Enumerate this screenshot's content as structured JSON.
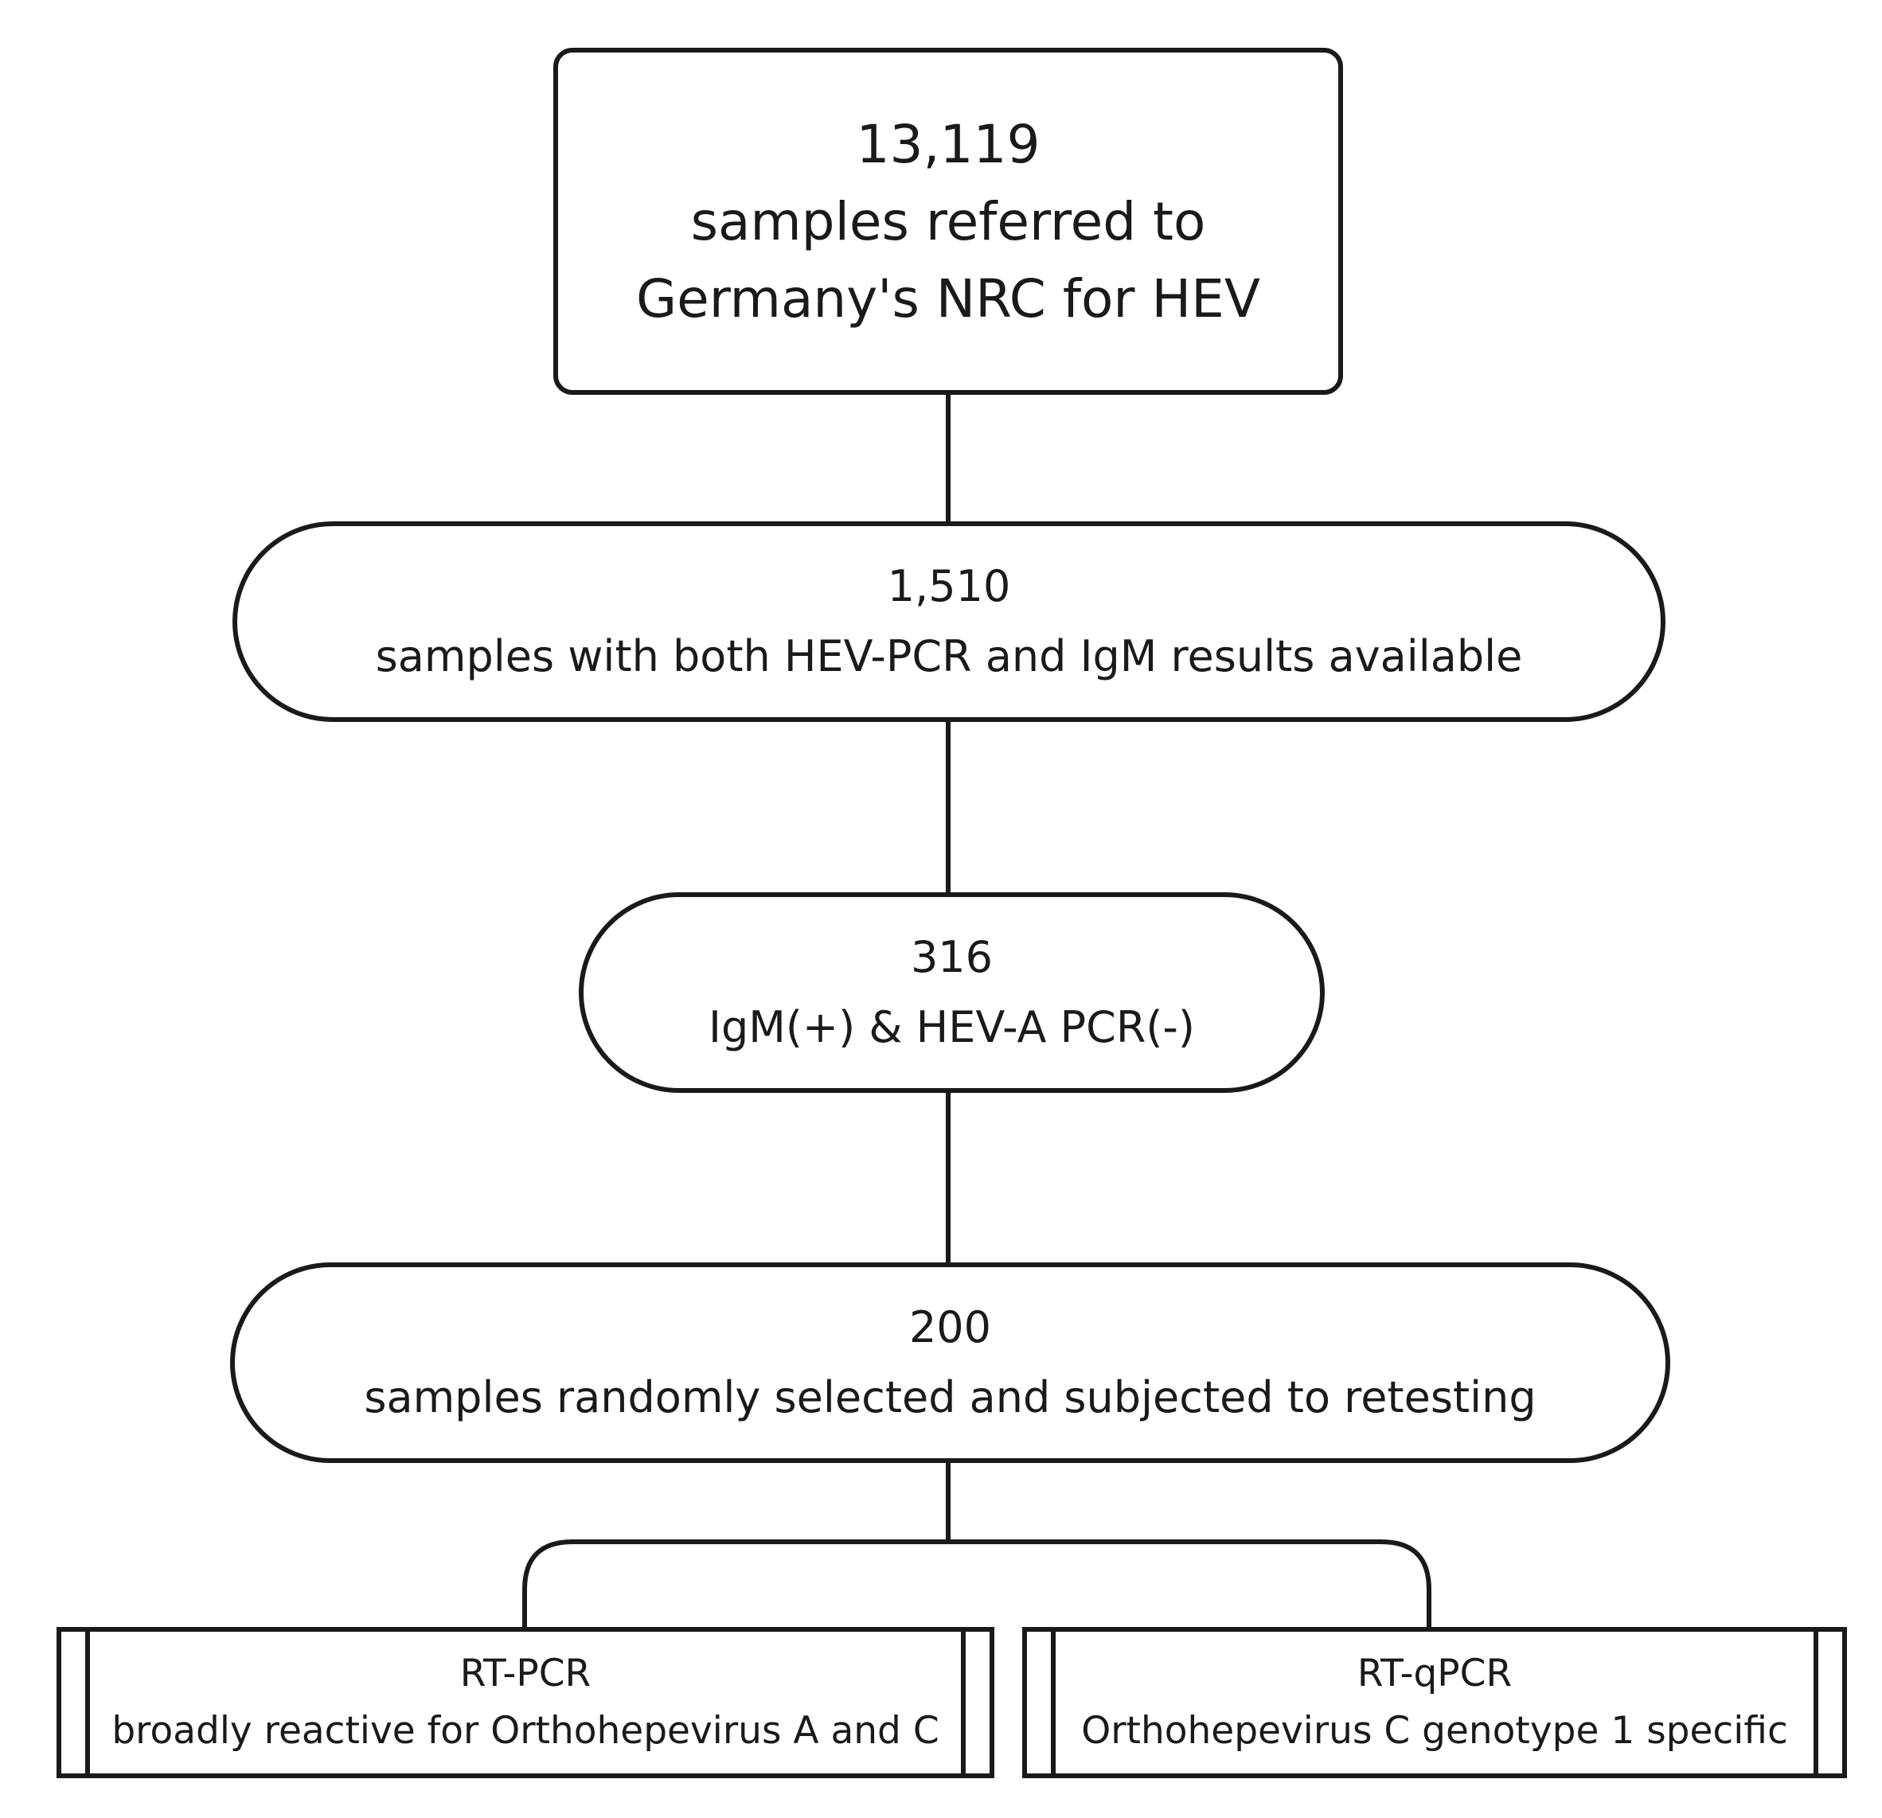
{
  "flowchart": {
    "total": {
      "count": "13,119",
      "line1": "samples referred to",
      "line2": "Germany's NRC for HEV"
    },
    "both_results": {
      "count": "1,510",
      "label": "samples with both HEV-PCR and IgM results available"
    },
    "igm_positive": {
      "count": "316",
      "label": "IgM(+) & HEV-A PCR(-)"
    },
    "retested": {
      "count": "200",
      "label": "samples randomly selected and subjected to retesting"
    },
    "assays": [
      {
        "name": "RT-PCR",
        "description": "broadly reactive for Orthohepevirus A and C"
      },
      {
        "name": "RT-qPCR",
        "description": "Orthohepevirus C genotype 1 specific"
      }
    ]
  }
}
